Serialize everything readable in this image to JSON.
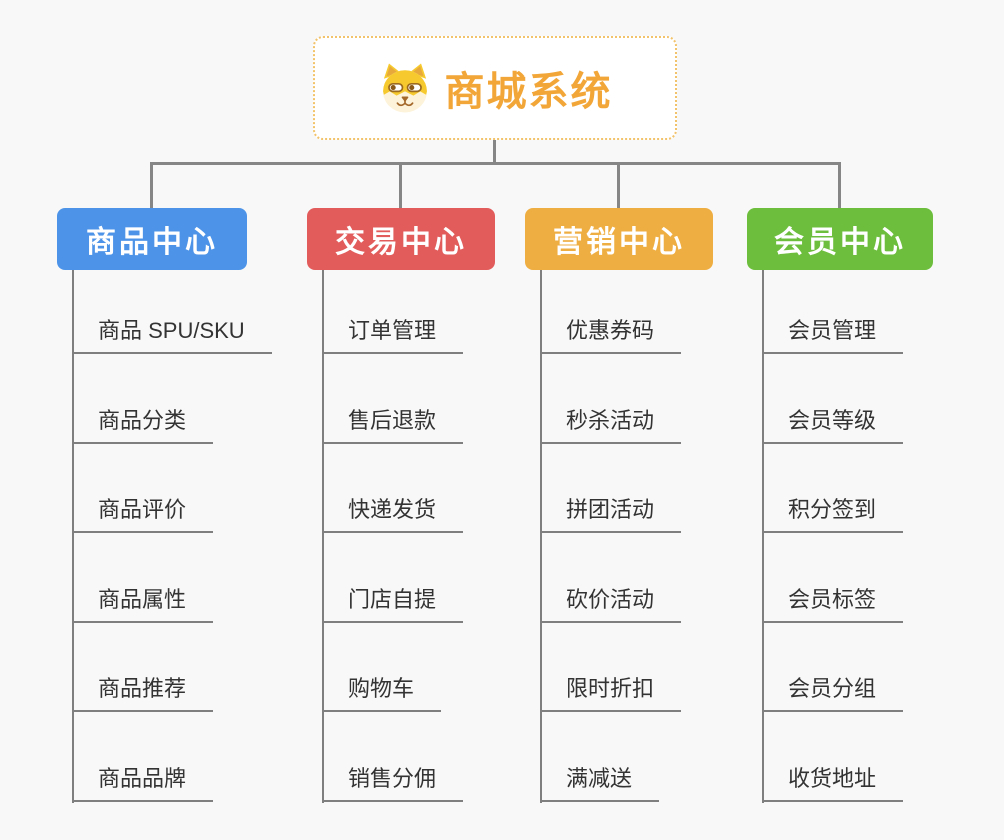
{
  "root": {
    "title": "商城系统",
    "icon": "dog-face-icon"
  },
  "branches": [
    {
      "label": "商品中心",
      "color": "#4d94e8",
      "items": [
        "商品 SPU/SKU",
        "商品分类",
        "商品评价",
        "商品属性",
        "商品推荐",
        "商品品牌"
      ]
    },
    {
      "label": "交易中心",
      "color": "#e25c5c",
      "items": [
        "订单管理",
        "售后退款",
        "快递发货",
        "门店自提",
        "购物车",
        "销售分佣"
      ]
    },
    {
      "label": "营销中心",
      "color": "#efae41",
      "items": [
        "优惠券码",
        "秒杀活动",
        "拼团活动",
        "砍价活动",
        "限时折扣",
        "满减送"
      ]
    },
    {
      "label": "会员中心",
      "color": "#6dbe3c",
      "items": [
        "会员管理",
        "会员等级",
        "积分签到",
        "会员标签",
        "会员分组",
        "收货地址"
      ]
    }
  ],
  "colors": {
    "canvas_background": "#f8f8f8",
    "root_text": "#f2a638",
    "root_border": "#f2c36b",
    "connector_line": "#868686",
    "leaf_text": "#333333",
    "leaf_underline": "#7f7f7f"
  }
}
